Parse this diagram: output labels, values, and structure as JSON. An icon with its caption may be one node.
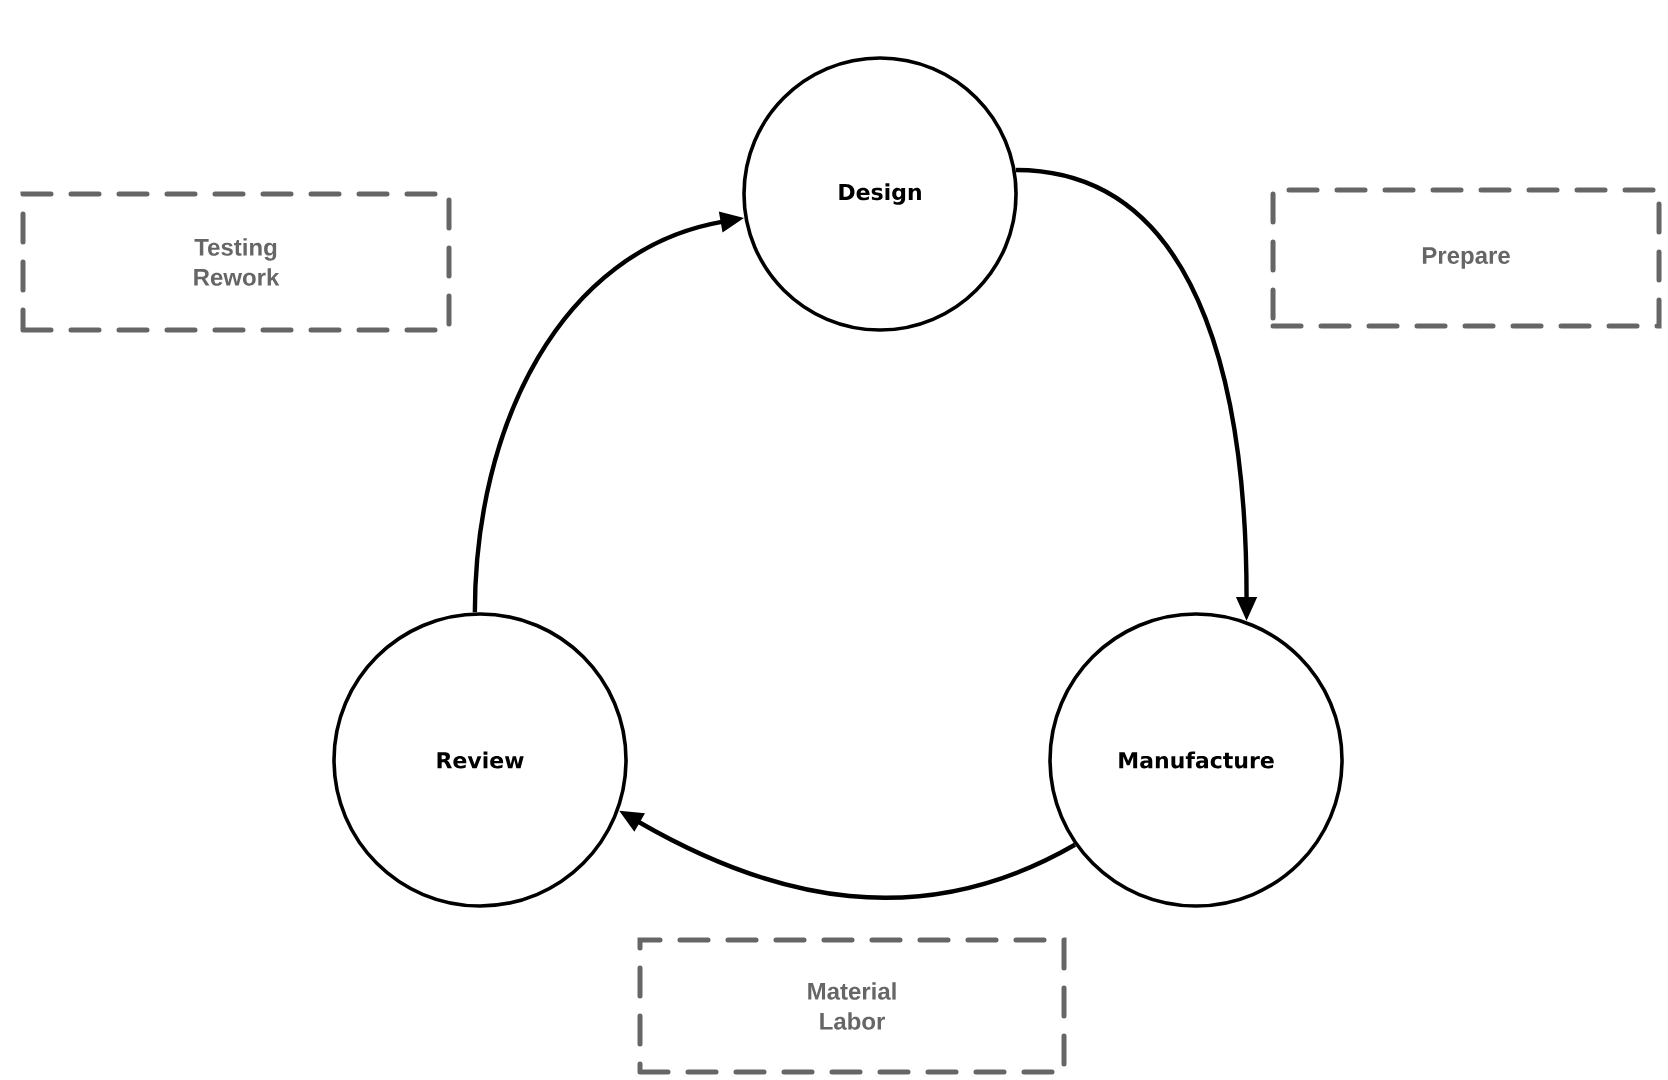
{
  "diagram": {
    "nodes": [
      {
        "text": [
          "Testing Rework"
        ]
      },
      {
        "text": [
          "Design"
        ]
      },
      {
        "text": [
          "Prepare"
        ]
      },
      {
        "text": [
          "Review"
        ]
      },
      {
        "text": [
          "Manufacture"
        ]
      },
      {
        "text": [
          "Material Labor"
        ]
      }
    ],
    "edges": [
      {
        "from": 3,
        "to": 1,
        "arrow": "to"
      },
      {
        "from": 1,
        "to": 4,
        "arrow": "to"
      },
      {
        "from": 4,
        "to": 3,
        "arrow": "to"
      }
    ]
  }
}
